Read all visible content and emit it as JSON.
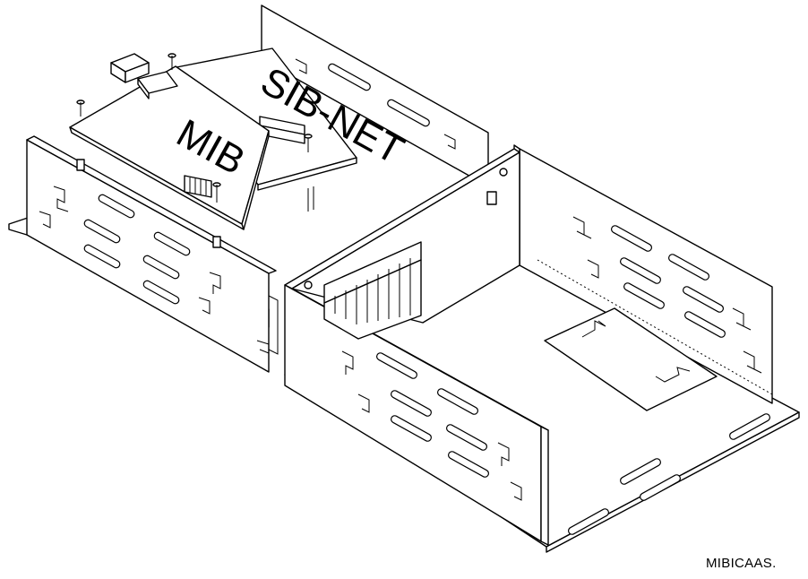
{
  "labels": {
    "mib": "MIB",
    "sib_net": "SIB-NET"
  },
  "caption": "MIBICAAS."
}
